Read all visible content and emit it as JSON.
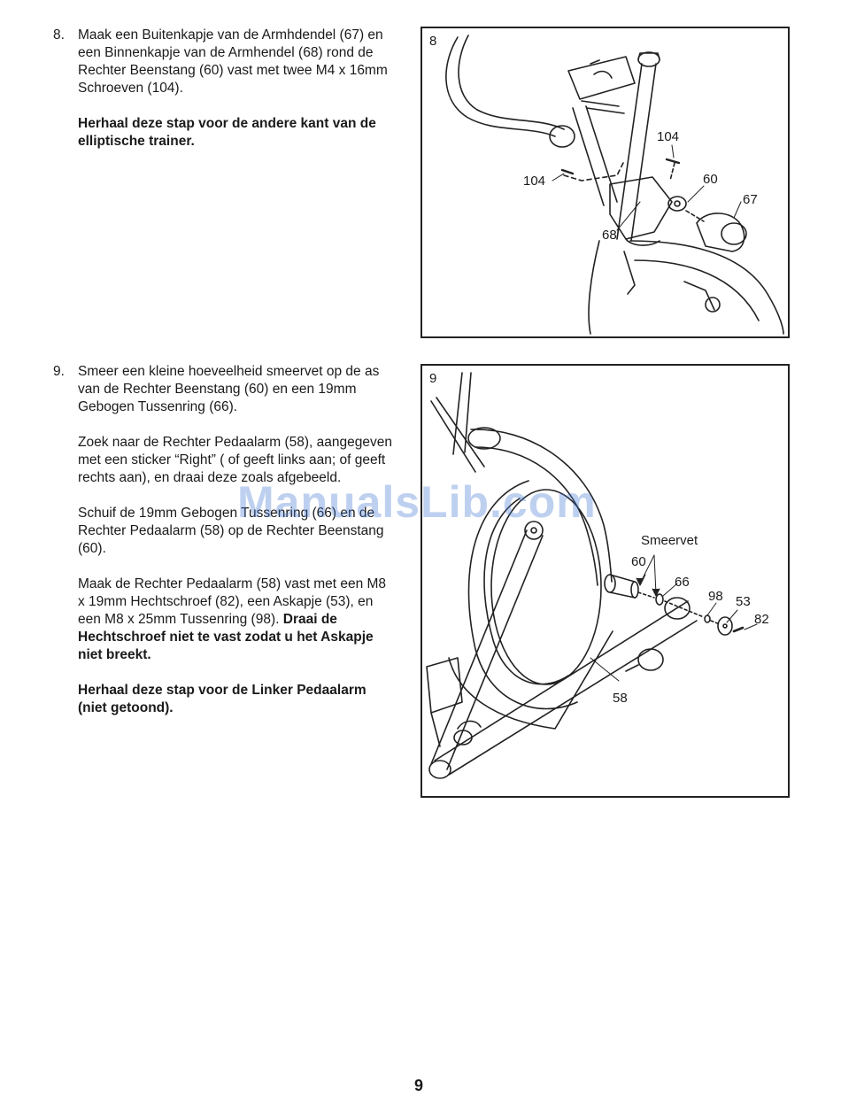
{
  "step8": {
    "number": "8.",
    "paragraphs": [
      "Maak een Buitenkapje van de Armhdendel (67) en een Binnenkapje van de Armhendel (68) rond de Rechter Beenstang (60) vast met twee M4 x 16mm Schroeven (104)."
    ],
    "bold_note": "Herhaal deze stap voor de andere kant van de elliptische trainer.",
    "figure": {
      "number": "8",
      "labels": [
        "104",
        "104",
        "60",
        "67",
        "68"
      ]
    }
  },
  "step9": {
    "number": "9.",
    "p1": "Smeer een kleine hoeveelheid smeervet op de as van de Rechter Beenstang (60) en een 19mm Gebogen Tussenring (66).",
    "p2": "Zoek naar de Rechter Pedaalarm (58), aangegeven met een sticker “Right” (   of geeft links aan;    of          geeft rechts aan), en draai deze zoals afgebeeld.",
    "p3": "Schuif de 19mm Gebogen Tussenring (66) en de Rechter Pedaalarm (58) op de Rechter Beenstang (60).",
    "p4_normal": "Maak de Rechter Pedaalarm (58) vast met een M8 x 19mm Hechtschroef (82), een Askapje (53), en een M8 x 25mm Tussenring (98). ",
    "p4_bold": "Draai de Hechtschroef niet te vast zodat u het Askapje niet breekt.",
    "bold_note": "Herhaal deze stap voor de Linker Pedaalarm (niet getoond).",
    "figure": {
      "number": "9",
      "smeervet_label": "Smeervet",
      "labels": [
        "60",
        "66",
        "98",
        "53",
        "82",
        "58"
      ]
    }
  },
  "watermark": "ManualsLib.com",
  "page_number": "9"
}
